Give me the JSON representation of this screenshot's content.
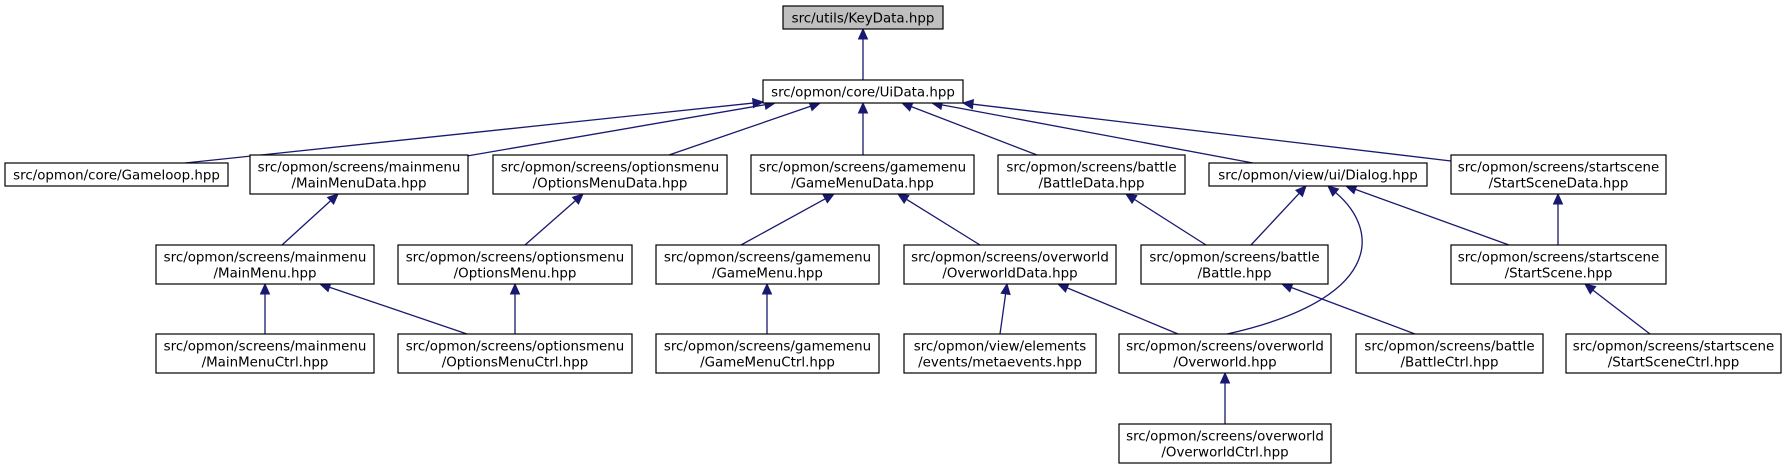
{
  "graph": {
    "arrow_color": "#191970",
    "root_fill": "#bfbfbf",
    "node_fill": "#ffffff",
    "nodes": [
      {
        "id": "keydata",
        "lines": [
          "src/utils/KeyData.hpp"
        ],
        "root": true
      },
      {
        "id": "uidata",
        "lines": [
          "src/opmon/core/UiData.hpp"
        ]
      },
      {
        "id": "gameloop",
        "lines": [
          "src/opmon/core/Gameloop.hpp"
        ]
      },
      {
        "id": "mainmenudata",
        "lines": [
          "src/opmon/screens/mainmenu",
          "/MainMenuData.hpp"
        ]
      },
      {
        "id": "optionsmenudata",
        "lines": [
          "src/opmon/screens/optionsmenu",
          "/OptionsMenuData.hpp"
        ]
      },
      {
        "id": "gamemenudata",
        "lines": [
          "src/opmon/screens/gamemenu",
          "/GameMenuData.hpp"
        ]
      },
      {
        "id": "battledata",
        "lines": [
          "src/opmon/screens/battle",
          "/BattleData.hpp"
        ]
      },
      {
        "id": "dialog",
        "lines": [
          "src/opmon/view/ui/Dialog.hpp"
        ]
      },
      {
        "id": "startscenedata",
        "lines": [
          "src/opmon/screens/startscene",
          "/StartSceneData.hpp"
        ]
      },
      {
        "id": "mainmenu",
        "lines": [
          "src/opmon/screens/mainmenu",
          "/MainMenu.hpp"
        ]
      },
      {
        "id": "optionsmenu",
        "lines": [
          "src/opmon/screens/optionsmenu",
          "/OptionsMenu.hpp"
        ]
      },
      {
        "id": "gamemenu",
        "lines": [
          "src/opmon/screens/gamemenu",
          "/GameMenu.hpp"
        ]
      },
      {
        "id": "overworlddata",
        "lines": [
          "src/opmon/screens/overworld",
          "/OverworldData.hpp"
        ]
      },
      {
        "id": "battle",
        "lines": [
          "src/opmon/screens/battle",
          "/Battle.hpp"
        ]
      },
      {
        "id": "startscene",
        "lines": [
          "src/opmon/screens/startscene",
          "/StartScene.hpp"
        ]
      },
      {
        "id": "mainmenuctrl",
        "lines": [
          "src/opmon/screens/mainmenu",
          "/MainMenuCtrl.hpp"
        ]
      },
      {
        "id": "optionsmenuctrl",
        "lines": [
          "src/opmon/screens/optionsmenu",
          "/OptionsMenuCtrl.hpp"
        ]
      },
      {
        "id": "gamemenuctrl",
        "lines": [
          "src/opmon/screens/gamemenu",
          "/GameMenuCtrl.hpp"
        ]
      },
      {
        "id": "metaevents",
        "lines": [
          "src/opmon/view/elements",
          "/events/metaevents.hpp"
        ]
      },
      {
        "id": "overworld",
        "lines": [
          "src/opmon/screens/overworld",
          "/Overworld.hpp"
        ]
      },
      {
        "id": "battlectrl",
        "lines": [
          "src/opmon/screens/battle",
          "/BattleCtrl.hpp"
        ]
      },
      {
        "id": "startscenectrl",
        "lines": [
          "src/opmon/screens/startscene",
          "/StartSceneCtrl.hpp"
        ]
      },
      {
        "id": "overworldctrl",
        "lines": [
          "src/opmon/screens/overworld",
          "/OverworldCtrl.hpp"
        ]
      }
    ],
    "edges": [
      {
        "from": "uidata",
        "to": "keydata"
      },
      {
        "from": "gameloop",
        "to": "uidata"
      },
      {
        "from": "mainmenudata",
        "to": "uidata"
      },
      {
        "from": "optionsmenudata",
        "to": "uidata"
      },
      {
        "from": "gamemenudata",
        "to": "uidata"
      },
      {
        "from": "battledata",
        "to": "uidata"
      },
      {
        "from": "dialog",
        "to": "uidata"
      },
      {
        "from": "startscenedata",
        "to": "uidata"
      },
      {
        "from": "mainmenu",
        "to": "mainmenudata"
      },
      {
        "from": "optionsmenu",
        "to": "optionsmenudata"
      },
      {
        "from": "gamemenu",
        "to": "gamemenudata"
      },
      {
        "from": "overworlddata",
        "to": "gamemenudata"
      },
      {
        "from": "battle",
        "to": "battledata"
      },
      {
        "from": "battle",
        "to": "dialog"
      },
      {
        "from": "overworld",
        "to": "dialog"
      },
      {
        "from": "startscene",
        "to": "dialog"
      },
      {
        "from": "startscene",
        "to": "startscenedata"
      },
      {
        "from": "mainmenuctrl",
        "to": "mainmenu"
      },
      {
        "from": "optionsmenuctrl",
        "to": "mainmenu"
      },
      {
        "from": "optionsmenuctrl",
        "to": "optionsmenu"
      },
      {
        "from": "gamemenuctrl",
        "to": "gamemenu"
      },
      {
        "from": "metaevents",
        "to": "overworlddata"
      },
      {
        "from": "overworld",
        "to": "overworlddata"
      },
      {
        "from": "battlectrl",
        "to": "battle"
      },
      {
        "from": "startscenectrl",
        "to": "startscene"
      },
      {
        "from": "overworldctrl",
        "to": "overworld"
      }
    ]
  }
}
